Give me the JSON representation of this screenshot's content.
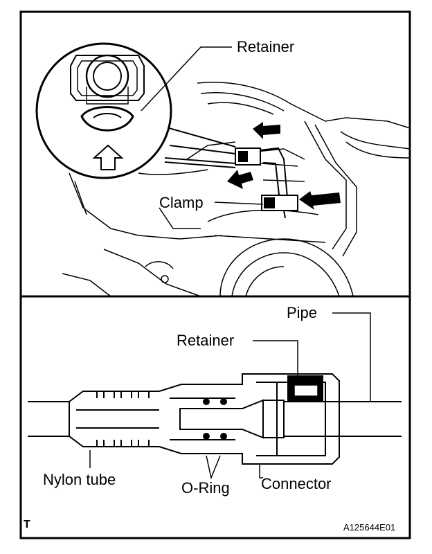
{
  "upper_view": {
    "retainer_label": "Retainer",
    "clamp_label": "Clamp"
  },
  "lower_view": {
    "pipe_label": "Pipe",
    "retainer_label": "Retainer",
    "nylon_tube_label": "Nylon tube",
    "o_ring_label": "O-Ring",
    "connector_label": "Connector"
  },
  "footer": {
    "corner_mark": "T",
    "figure_id": "A125644E01"
  }
}
